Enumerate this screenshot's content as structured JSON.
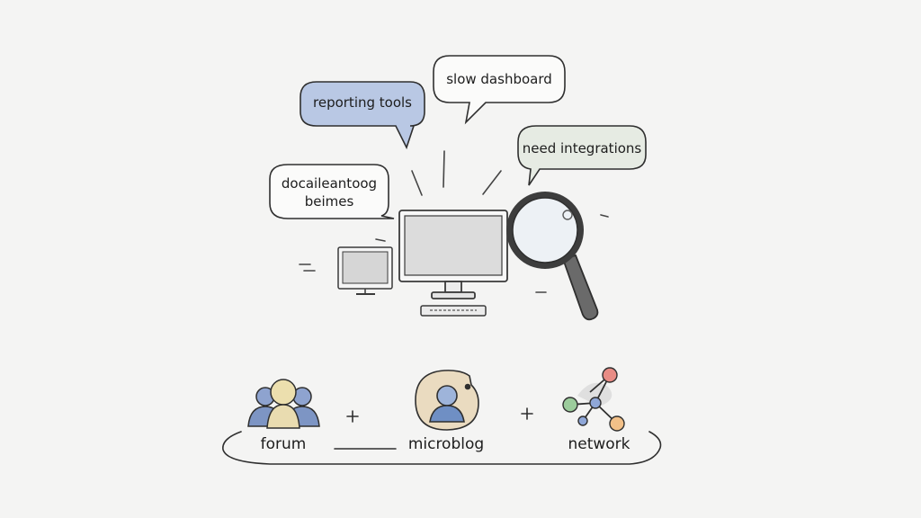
{
  "bubbles": {
    "reporting": {
      "text": "reporting tools",
      "color": "#b9c8e4"
    },
    "slow": {
      "text": "slow dashboard",
      "color": "#fbfbfa"
    },
    "integrations": {
      "text": "need integrations",
      "color": "#e6ebe3"
    },
    "garbled": {
      "line1": "docaileantoog",
      "line2": "beimes",
      "color": "#fbfbfa"
    }
  },
  "sources": {
    "forum": {
      "label": "forum"
    },
    "microblog": {
      "label": "microblog"
    },
    "network": {
      "label": "network"
    },
    "separator": "+"
  },
  "icons": {
    "main_monitor": "desktop-monitor-icon",
    "small_monitor": "small-monitor-icon",
    "keyboard": "keyboard-icon",
    "magnifier": "magnifying-glass-icon",
    "forum": "people-group-icon",
    "microblog": "profile-bubble-icon",
    "network": "network-nodes-icon"
  },
  "colors": {
    "ink": "#3a3a3a",
    "people_blue": "#7d95c4",
    "people_gold": "#e9dcb0",
    "network_red": "#e88c85",
    "network_green": "#9ccc9c",
    "network_blue": "#8fa7d8",
    "network_orange": "#f2c088"
  }
}
